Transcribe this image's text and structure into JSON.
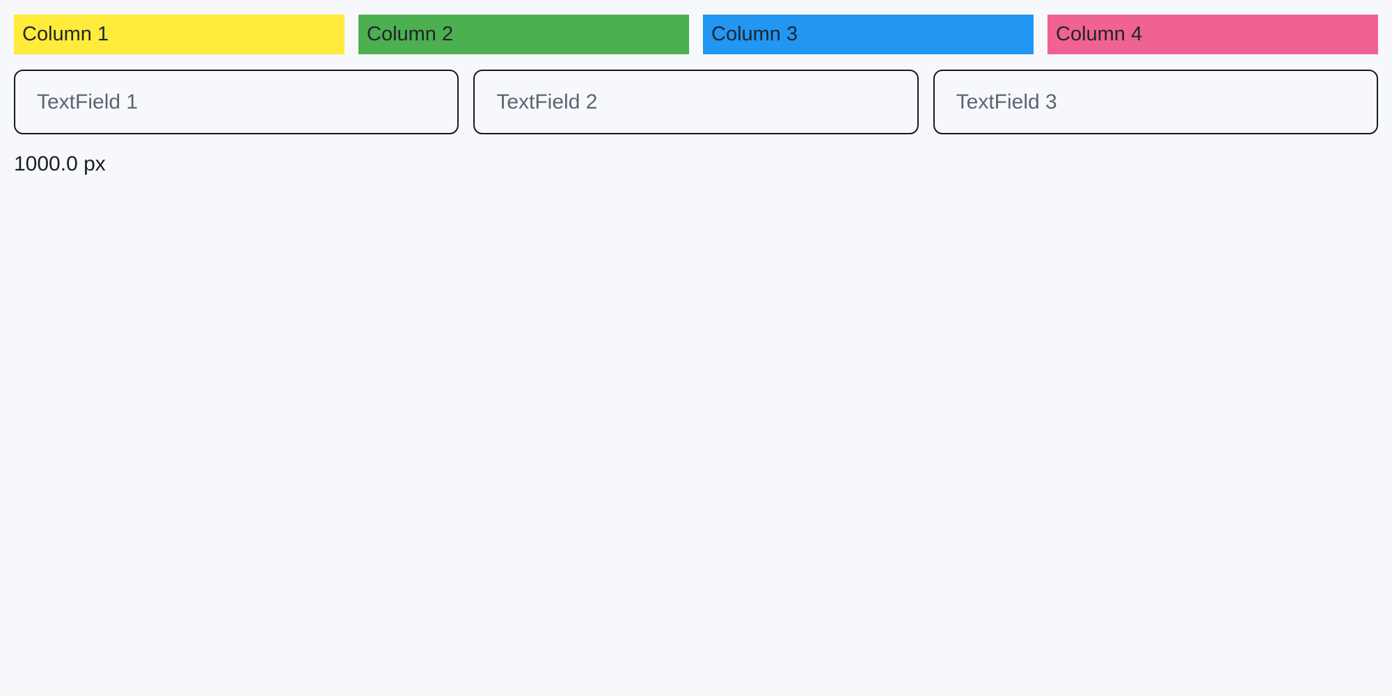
{
  "page": {
    "background_color": "#F7F8FC",
    "width_label": "1000.0 px"
  },
  "columns": [
    {
      "label": "Column 1",
      "color": "#FFEB3B"
    },
    {
      "label": "Column 2",
      "color": "#4CAF50"
    },
    {
      "label": "Column 3",
      "color": "#2196F3"
    },
    {
      "label": "Column 4",
      "color": "#F06292"
    }
  ],
  "textfields": [
    {
      "placeholder": "TextField 1",
      "value": ""
    },
    {
      "placeholder": "TextField 2",
      "value": ""
    },
    {
      "placeholder": "TextField 3",
      "value": ""
    }
  ],
  "colors": {
    "column_label_text": "#212529",
    "field_border": "#14181F",
    "field_placeholder_text": "#5C6370",
    "body_text": "#1A1D24"
  }
}
